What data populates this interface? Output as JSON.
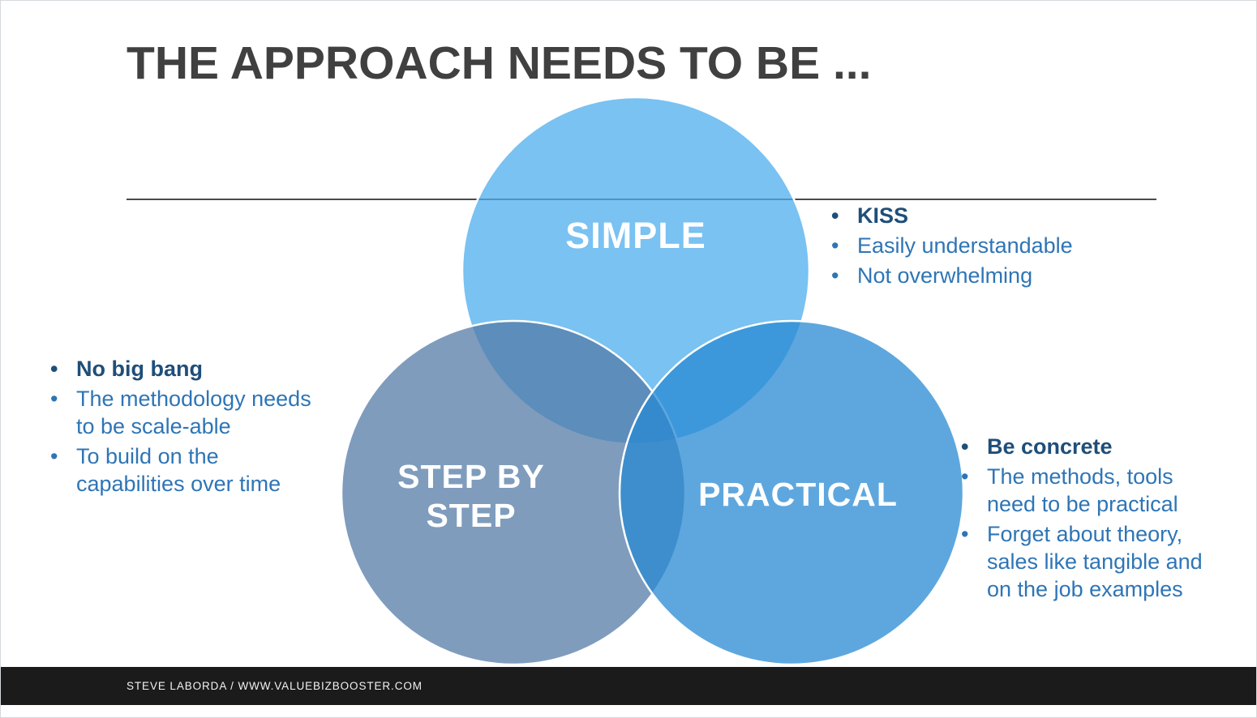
{
  "slide": {
    "title": "THE APPROACH NEEDS TO BE ...",
    "footer": "STEVE LABORDA / WWW.VALUEBIZBOOSTER.COM"
  },
  "colors": {
    "title_text": "#404040",
    "bullet_lead": "#1f4e79",
    "bullet_text": "#2e75b6",
    "footer_bg": "#1b1b1b"
  },
  "venn": {
    "simple": {
      "label": "SIMPLE",
      "color": "#4caeee",
      "bullets": [
        "KISS",
        "Easily understandable",
        "Not overwhelming"
      ]
    },
    "step_by_step": {
      "label": "STEP BY STEP",
      "color": "#547ba7",
      "bullets": [
        "No big bang",
        "The methodology needs to be scale-able",
        "To build on the capabilities over time"
      ]
    },
    "practical": {
      "label": "PRACTICAL",
      "color": "#288ad3",
      "bullets": [
        "Be concrete",
        "The methods, tools need to be practical",
        "Forget about theory, sales like tangible and on the job examples"
      ]
    }
  }
}
